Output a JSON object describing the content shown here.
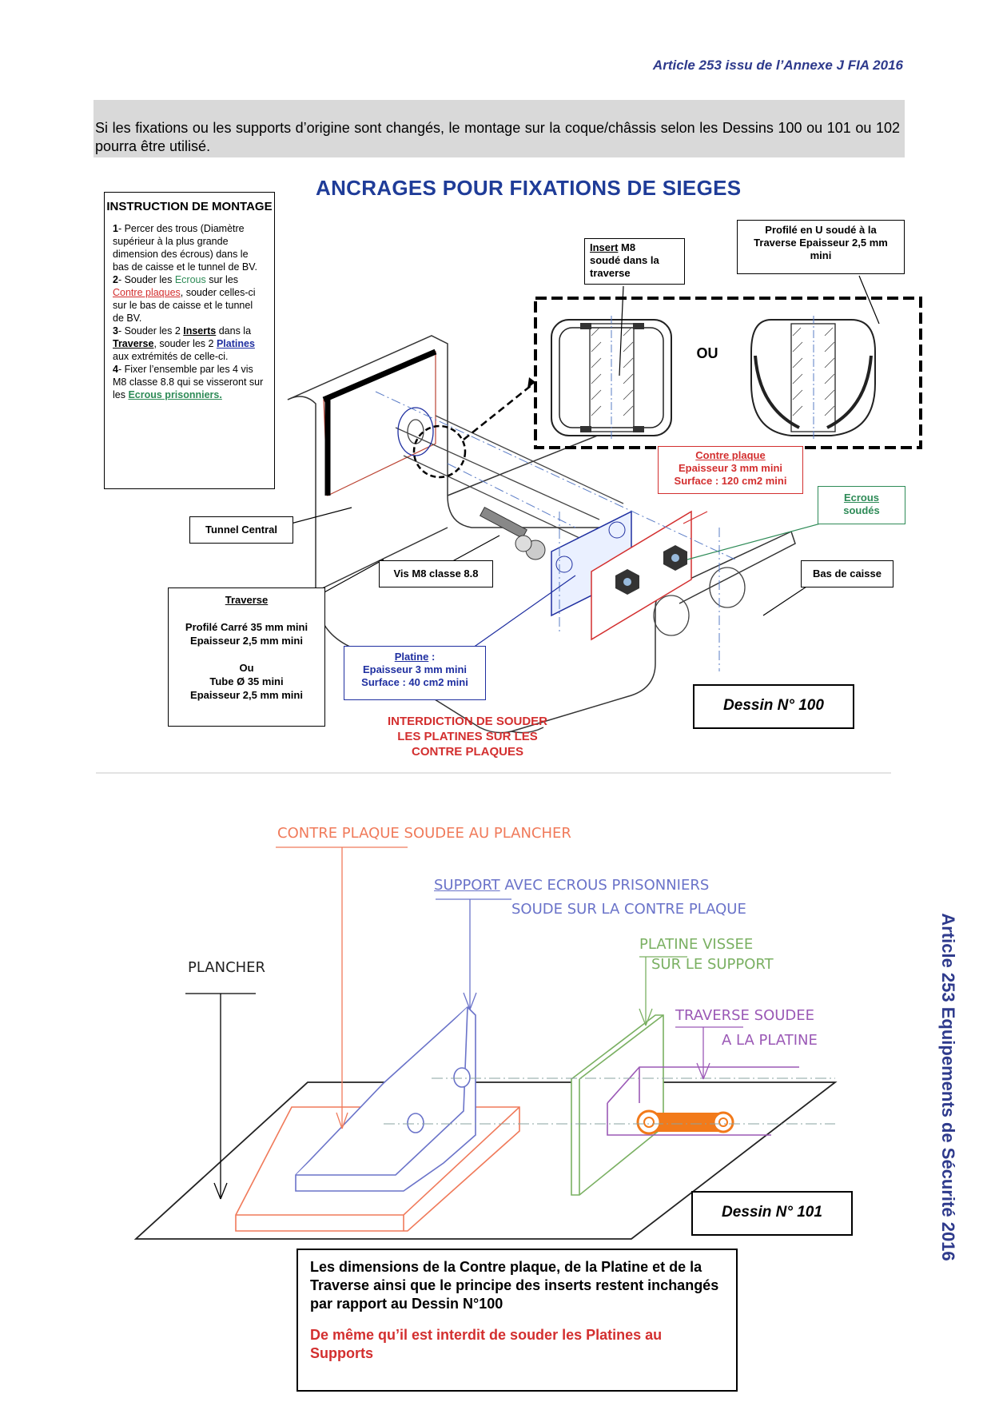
{
  "header": {
    "reference": "Article 253 issu de l’Annexe J FIA 2016"
  },
  "intro": {
    "text": "Si les fixations ou les supports d’origine sont changés, le montage sur la coque/châssis selon les Dessins 100 ou 101 ou 102 pourra être utilisé."
  },
  "side_title": "Article 253 Equipements de Sécurité  2016",
  "drawing100": {
    "title": "ANCRAGES POUR FIXATIONS DE SIEGES",
    "instruction": {
      "title": "INSTRUCTION DE MONTAGE",
      "step1": "- Percer des trous (Diamètre supérieur à la plus grande dimension des écrous) dans le bas de caisse et le tunnel de BV.",
      "step2_a": "- Souder les ",
      "step2_ecrous": "Ecrous",
      "step2_b": " sur les ",
      "step2_contre": "Contre plaques",
      "step2_c": ", souder celles-ci sur le bas de caisse et le tunnel de BV.",
      "step3_a": "- Souder les 2 ",
      "step3_inserts": "Inserts",
      "step3_b": " dans la ",
      "step3_traverse": "Traverse",
      "step3_c": ", souder les 2 ",
      "step3_platines": "Platines",
      "step3_d": " aux extrémités de celle-ci.",
      "step4_a": "- Fixer l’ensemble par les 4 vis M8 classe 8.8 qui se visseront sur les ",
      "step4_ecrous": "Ecrous prisonniers."
    },
    "labels": {
      "insert_a": "Insert",
      "insert_b": " M8",
      "insert_c": "soudé dans la",
      "insert_d": "traverse",
      "profile_u": "Profilé en U soudé à la Traverse Epaisseur 2,5 mm mini",
      "ou": "OU",
      "contre_plaque_title": "Contre plaque",
      "contre_plaque_l1": "Epaisseur 3 mm mini",
      "contre_plaque_l2": "Surface : 120 cm2 mini",
      "ecrous_soudes_a": "Ecrous",
      "ecrous_soudes_b": "soudés",
      "tunnel": "Tunnel Central",
      "vis": "Vis M8 classe 8.8",
      "bas_de_caisse": "Bas de caisse",
      "traverse_title": "Traverse",
      "traverse_l1": "Profilé Carré 35 mm mini",
      "traverse_l2": "Epaisseur 2,5 mm mini",
      "traverse_ou": "Ou",
      "traverse_l3": "Tube Ø 35 mini",
      "traverse_l4": "Epaisseur 2,5 mm mini",
      "platine_title": "Platine",
      "platine_colon": " :",
      "platine_l1": "Epaisseur 3 mm mini",
      "platine_l2": "Surface : 40 cm2 mini",
      "interdiction": "INTERDICTION DE SOUDER LES PLATINES SUR LES CONTRE PLAQUES"
    },
    "caption": "Dessin N° 100",
    "colors": {
      "title": "#1f3c98",
      "contre_plaque": "#d32f2f",
      "ecrous": "#2e8b57",
      "platine": "#1f2fa0"
    }
  },
  "drawing101": {
    "labels": {
      "contre_plaque": "CONTRE PLAQUE SOUDEE AU PLANCHER",
      "support_a": "SUPPORT",
      "support_b": " AVEC ECROUS PRISONNIERS",
      "support_c": "SOUDE SUR LA CONTRE PLAQUE",
      "plancher": "PLANCHER",
      "platine_a": "PLATINE VISSEE",
      "platine_b": "SUR LE SUPPORT",
      "traverse_a": "TRAVERSE SOUDEE",
      "traverse_b": "A LA PLATINE"
    },
    "caption": "Dessin N° 101",
    "colors": {
      "contre_plaque": "#f07a5a",
      "support": "#6a73c9",
      "platine": "#7ab062",
      "traverse": "#9b59b6",
      "insert": "#f27a1a"
    }
  },
  "note": {
    "text": "Les dimensions de la Contre plaque, de la Platine et de la Traverse ainsi que le principe des inserts restent inchangés par rapport au Dessin N°100",
    "warning": "De même qu’il est interdit de souder les Platines au Supports"
  }
}
